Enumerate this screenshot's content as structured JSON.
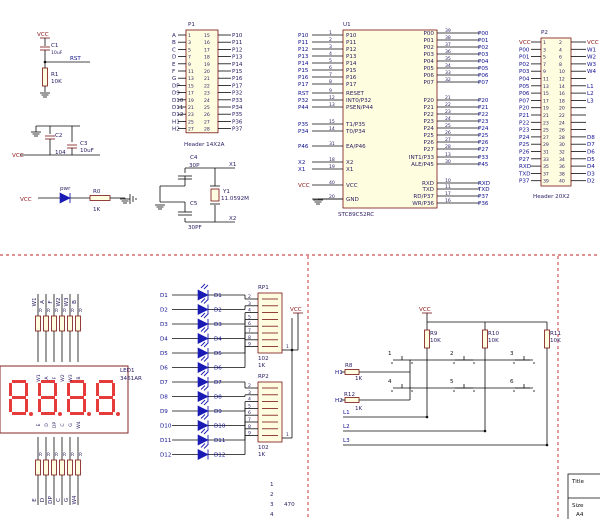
{
  "power": {
    "vcc": "VCC",
    "gnd": "GND"
  },
  "reset": {
    "c1_ref": "C1",
    "c1_val": "10uF",
    "net": "RST",
    "r1_ref": "R1",
    "r1_val": "10K"
  },
  "decoupling": {
    "c2_ref": "C2",
    "c2_val": "104",
    "c3_ref": "C3",
    "c3_val": "10uF"
  },
  "pwr_led": {
    "label": "pwr",
    "r0_ref": "R0",
    "r0_val": "1K"
  },
  "p1": {
    "ref": "P1",
    "name": "Header 14X2A",
    "left": [
      "A",
      "B",
      "C",
      "D",
      "E",
      "F",
      "G",
      "DP",
      "D9",
      "D10",
      "D11",
      "D12",
      "H1",
      "H2"
    ],
    "pin_l": [
      "1",
      "3",
      "5",
      "7",
      "9",
      "11",
      "13",
      "15",
      "17",
      "19",
      "21",
      "23",
      "25",
      "27"
    ],
    "pin_r": [
      "15",
      "16",
      "17",
      "18",
      "19",
      "20",
      "21",
      "22",
      "23",
      "24",
      "25",
      "26",
      "27",
      "28"
    ],
    "right": [
      "P10",
      "P11",
      "P12",
      "P13",
      "P14",
      "P15",
      "P16",
      "P17",
      "P32",
      "P33",
      "P34",
      "P35",
      "P36",
      "P37"
    ]
  },
  "crystal": {
    "c4_ref": "C4",
    "c4_val": "30P",
    "c5_ref": "C5",
    "c5_val": "30PF",
    "y1_ref": "Y1",
    "y1_val": "11.0592M",
    "x1": "X1",
    "x2": "X2"
  },
  "mcu": {
    "ref": "U1",
    "name": "STC89C52RC",
    "left_pins": [
      {
        "net": "P10",
        "num": "1",
        "label": "P10"
      },
      {
        "net": "P11",
        "num": "2",
        "label": "P11"
      },
      {
        "net": "P12",
        "num": "3",
        "label": "P12"
      },
      {
        "net": "P13",
        "num": "4",
        "label": "P13"
      },
      {
        "net": "P14",
        "num": "5",
        "label": "P14"
      },
      {
        "net": "P15",
        "num": "6",
        "label": "P15"
      },
      {
        "net": "P16",
        "num": "7",
        "label": "P16"
      },
      {
        "net": "P17",
        "num": "8",
        "label": "P17"
      },
      {
        "net": "RST",
        "num": "9",
        "label": "RESET"
      },
      {
        "net": "P32",
        "num": "12",
        "label": "INT0/P32"
      },
      {
        "net": "P44",
        "num": "13",
        "label": "PSEN/P44"
      },
      {
        "net": "P35",
        "num": "15",
        "label": "T1/P35"
      },
      {
        "net": "P34",
        "num": "14",
        "label": "T0/P34"
      },
      {
        "net": "P46",
        "num": "31",
        "label": "EA/P46"
      },
      {
        "net": "X2",
        "num": "18",
        "label": "X2"
      },
      {
        "net": "X1",
        "num": "19",
        "label": "X1"
      },
      {
        "net": "VCC",
        "num": "40",
        "label": "VCC"
      },
      {
        "net": "",
        "num": "20",
        "label": "GND"
      }
    ],
    "right_pins": [
      {
        "label": "P00",
        "num": "39",
        "net": "P00"
      },
      {
        "label": "P01",
        "num": "38",
        "net": "P01"
      },
      {
        "label": "P02",
        "num": "37",
        "net": "P02"
      },
      {
        "label": "P03",
        "num": "36",
        "net": "P03"
      },
      {
        "label": "P04",
        "num": "35",
        "net": "P04"
      },
      {
        "label": "P05",
        "num": "34",
        "net": "P05"
      },
      {
        "label": "P06",
        "num": "33",
        "net": "P06"
      },
      {
        "label": "P07",
        "num": "32",
        "net": "P07"
      },
      {
        "label": "P20",
        "num": "21",
        "net": "P20"
      },
      {
        "label": "P21",
        "num": "22",
        "net": "P21"
      },
      {
        "label": "P22",
        "num": "23",
        "net": "P22"
      },
      {
        "label": "P23",
        "num": "24",
        "net": "P23"
      },
      {
        "label": "P24",
        "num": "25",
        "net": "P24"
      },
      {
        "label": "P25",
        "num": "26",
        "net": "P25"
      },
      {
        "label": "P26",
        "num": "27",
        "net": "P26"
      },
      {
        "label": "P27",
        "num": "28",
        "net": "P27"
      },
      {
        "label": "INT1/P33",
        "num": "13",
        "net": "P33"
      },
      {
        "label": "ALE/P45",
        "num": "30",
        "net": "P45"
      },
      {
        "label": "RXD",
        "num": "10",
        "net": "RXD"
      },
      {
        "label": "TXD",
        "num": "11",
        "net": "TXD"
      },
      {
        "label": "RD/P37",
        "num": "17",
        "net": "P37"
      },
      {
        "label": "WR/P36",
        "num": "16",
        "net": "P36"
      }
    ]
  },
  "p2": {
    "ref": "P2",
    "name": "Header 20X2",
    "left": [
      "VCC",
      "P00",
      "P01",
      "P02",
      "P03",
      "P04",
      "P05",
      "P06",
      "P07",
      "P20",
      "P21",
      "P22",
      "P23",
      "P24",
      "P25",
      "P26",
      "P27",
      "RXD",
      "TXD",
      "P37"
    ],
    "pin_l": [
      "1",
      "3",
      "5",
      "7",
      "9",
      "11",
      "13",
      "15",
      "17",
      "19",
      "21",
      "23",
      "25",
      "27",
      "29",
      "31",
      "33",
      "35",
      "37",
      "39"
    ],
    "pin_r": [
      "2",
      "4",
      "6",
      "8",
      "10",
      "12",
      "14",
      "16",
      "18",
      "20",
      "22",
      "24",
      "26",
      "28",
      "30",
      "32",
      "34",
      "36",
      "38",
      "40"
    ],
    "right": [
      "VCC",
      "W1",
      "W2",
      "W3",
      "W4",
      "",
      "L1",
      "L2",
      "L3",
      "",
      "",
      "",
      "",
      "D8",
      "D7",
      "D6",
      "D5",
      "D4",
      "D3",
      "D2"
    ]
  },
  "display": {
    "ref": "LED1",
    "part": "3461AR",
    "digits": [
      "8",
      "8",
      "8",
      "8"
    ],
    "top_pins": [
      "W1",
      "A",
      "F",
      "W2",
      "W3",
      "B"
    ],
    "bot_pins": [
      "E",
      "D",
      "DP",
      "C",
      "G",
      "W4"
    ],
    "res_top": [
      "R",
      "R",
      "R",
      "R",
      "R",
      "R"
    ],
    "res_bot": [
      "R",
      "R",
      "R",
      "R",
      "R",
      "R"
    ]
  },
  "leds": {
    "nets": [
      "D1",
      "D2",
      "D3",
      "D4",
      "D5",
      "D6",
      "D7",
      "D8",
      "D9",
      "D10",
      "D11",
      "D12"
    ],
    "names": [
      "D1",
      "D2",
      "D3",
      "D4",
      "D5",
      "D6",
      "D7",
      "D8",
      "D9",
      "D10",
      "D11",
      "D12"
    ]
  },
  "rpack": {
    "rp1": "RP1",
    "rp2": "RP2",
    "val1": "102",
    "val2": "1K",
    "val3": "102",
    "val4": "1K",
    "vcc": "VCC",
    "pins": [
      "2",
      "3",
      "4",
      "5",
      "6",
      "7",
      "8",
      "9"
    ]
  },
  "resnote": {
    "pins": [
      "1",
      "2",
      "3",
      "4"
    ],
    "val": "470"
  },
  "keys": {
    "vcc": "VCC",
    "r8": "R8",
    "r8v": "1K",
    "r9": "R9",
    "r9v": "10K",
    "r10": "R10",
    "r10v": "10K",
    "r11": "R11",
    "r11v": "10K",
    "r12": "R12",
    "r12v": "1K",
    "h1": "H1",
    "h2": "H2",
    "l1": "L1",
    "l2": "L2",
    "l3": "L3",
    "buttons": [
      "1",
      "2",
      "3",
      "4",
      "5",
      "6"
    ]
  },
  "titleblock": {
    "title": "Title",
    "size": "Size",
    "sizeval": "A4"
  }
}
